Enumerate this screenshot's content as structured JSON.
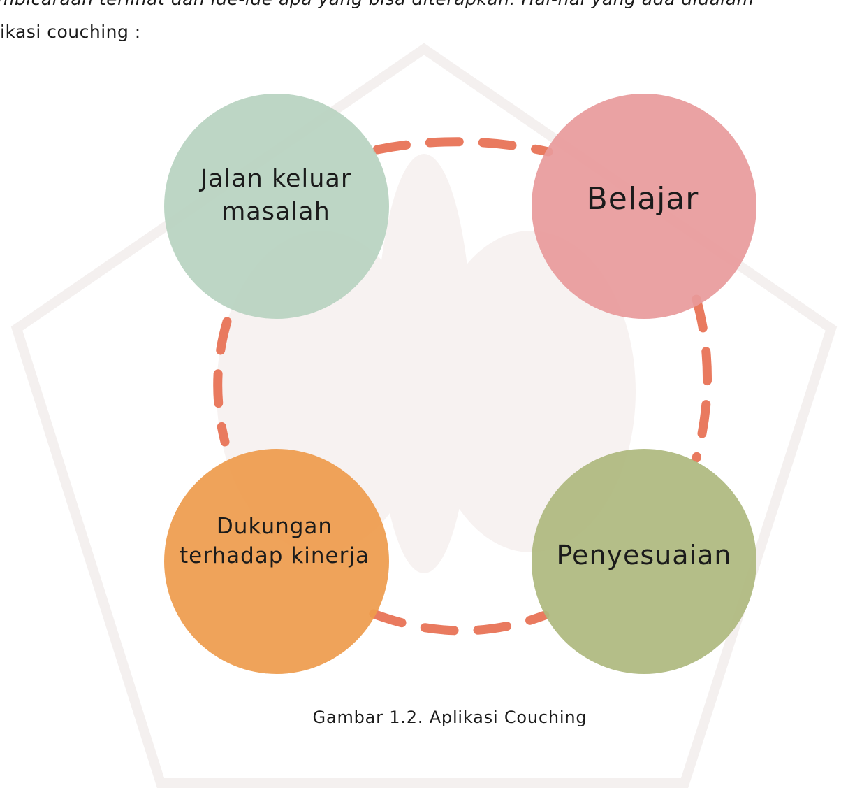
{
  "paragraph": {
    "line1": "mbicaraan terlihat dan ide-ide apa yang bisa diterapkan. Hal-hal yang ada didalam",
    "line2": "ikasi couching :"
  },
  "diagram": {
    "nodes": [
      {
        "id": "jalan",
        "lines": [
          "Jalan keluar",
          "masalah"
        ],
        "color": "#b7d2c0"
      },
      {
        "id": "belajar",
        "lines": [
          "Belajar"
        ],
        "color": "#e89a9b"
      },
      {
        "id": "dukungan",
        "lines": [
          "Dukungan",
          "terhadap kinerja"
        ],
        "color": "#ee9b4c"
      },
      {
        "id": "penyesuaian",
        "lines": [
          "Penyesuaian"
        ],
        "color": "#aeb97e"
      }
    ],
    "connector_color": "#e97a5f"
  },
  "caption": "Gambar 1.2. Aplikasi Couching"
}
